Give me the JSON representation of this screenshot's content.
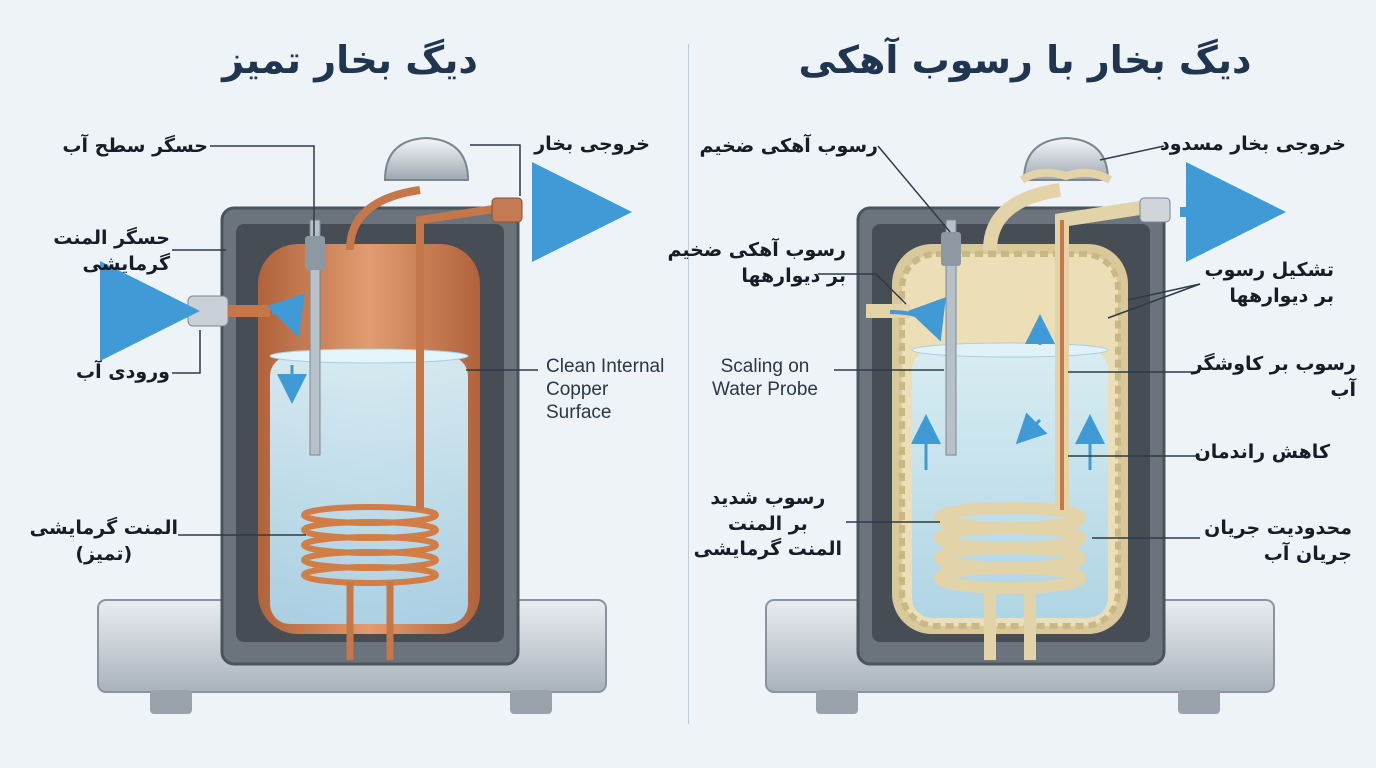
{
  "left": {
    "title": "دیگ بخار تمیز",
    "labels": {
      "water_level_sensor": "حسگر سطح آب",
      "heating_element_sensor": "حسگر المنت\nگرمایشی",
      "water_inlet": "ورودی آب",
      "heating_element_clean": "المنت گرمایشی\n(تمیز)",
      "steam_outlet": "خروجی بخار",
      "clean_surface": "Clean Internal\nCopper\nSurface"
    }
  },
  "right": {
    "title": "دیگ بخار با رسوب آهکی",
    "labels": {
      "heavy_scale_top": "رسوب آهکی ضخیم",
      "heavy_scale_walls": "رسوب آهکی ضخیم\nبر دیوارهها",
      "scaling_probe": "Scaling on\nWater Probe",
      "heavy_scale_element": "رسوب شدید\nبر المنت\nالمنت گرمایشی",
      "blocked_outlet": "خروجی بخار مسدود",
      "wall_scale_formation": "تشکیل رسوب\nبر دیوارهها",
      "scale_on_probe": "رسوب بر کاوشگر\nآب",
      "efficiency_drop": "کاهش راندمان",
      "flow_restriction": "محدودیت جریان\nجریان آب"
    }
  },
  "colors": {
    "copper": "#c97a4e",
    "water": "#bfe2f2",
    "scale": "#eadfba",
    "arrow": "#3f9ad6",
    "housing": "#5d6670",
    "insulation": "#474d54"
  },
  "icons": [
    "inlet-arrow-icon",
    "outlet-arrow-icon",
    "flow-arrow-icon"
  ]
}
